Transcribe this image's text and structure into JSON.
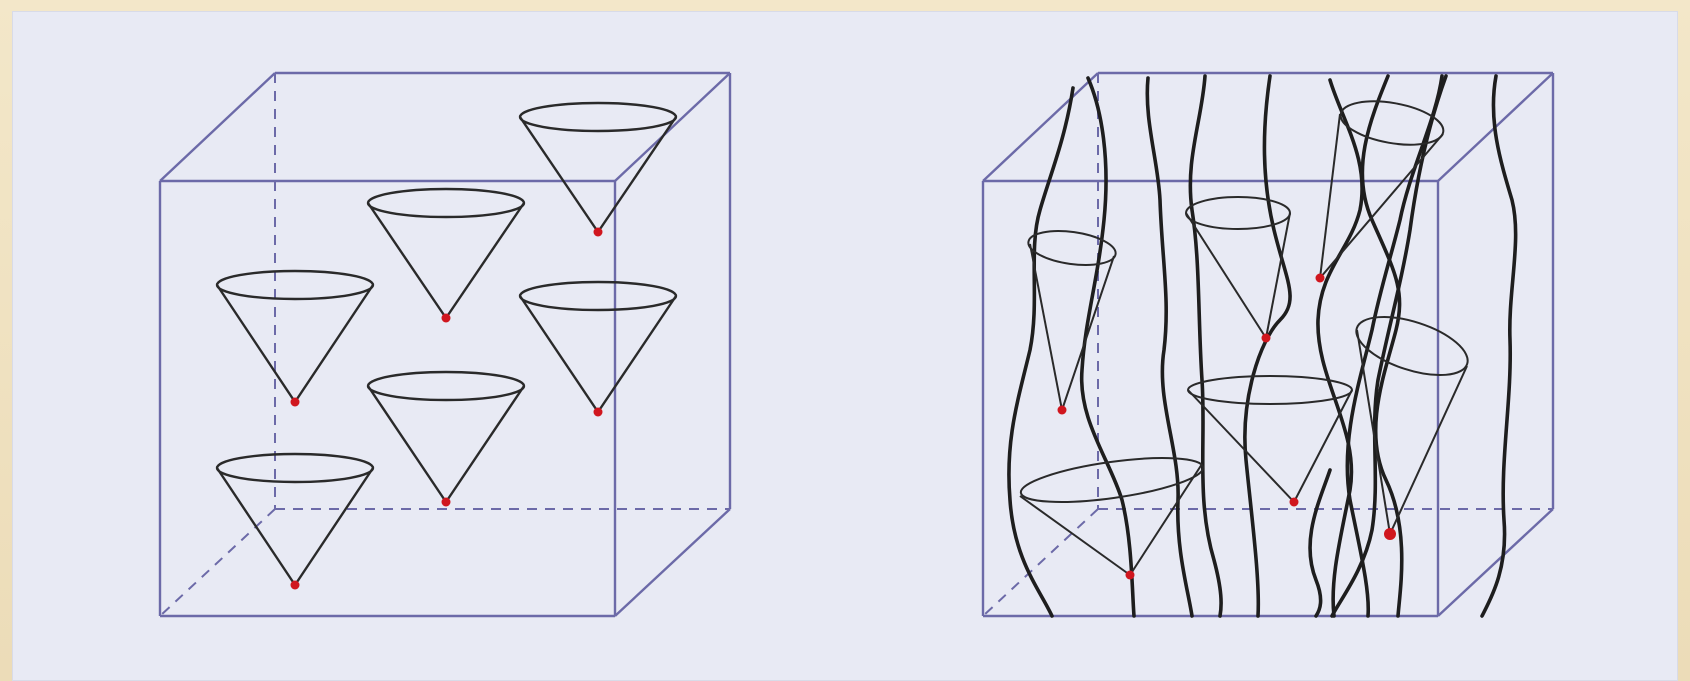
{
  "figure": {
    "description_visible_text": "",
    "colors": {
      "outer_frame": "#efe2c4",
      "panel_background": "#e8eaf4",
      "cube_edge": "#6c6aa8",
      "cone_stroke": "#2a2a2a",
      "worldline": "#1e1e1e",
      "apex_point": "#d0161e"
    },
    "left_panel": {
      "cube_count": 1,
      "cone_count": 6,
      "worldline_count": 0
    },
    "right_panel": {
      "cube_count": 1,
      "cone_count": 6,
      "worldline_count": 11
    }
  }
}
